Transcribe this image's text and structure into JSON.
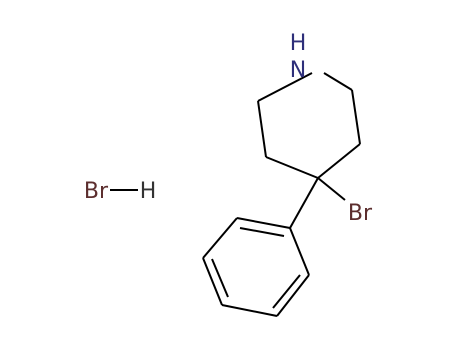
{
  "molecule": {
    "atom_labels": {
      "nitrogen": "N",
      "nitrogen_h": "H",
      "ring_bromine": "Br",
      "hbr_bromine": "Br",
      "hbr_hydrogen": "H"
    },
    "colors": {
      "bond": "#000000",
      "nitrogen": "#2E2F7A",
      "bromine": "#5C2E2E",
      "hydrogen": "#333333",
      "background": "#ffffff"
    }
  }
}
